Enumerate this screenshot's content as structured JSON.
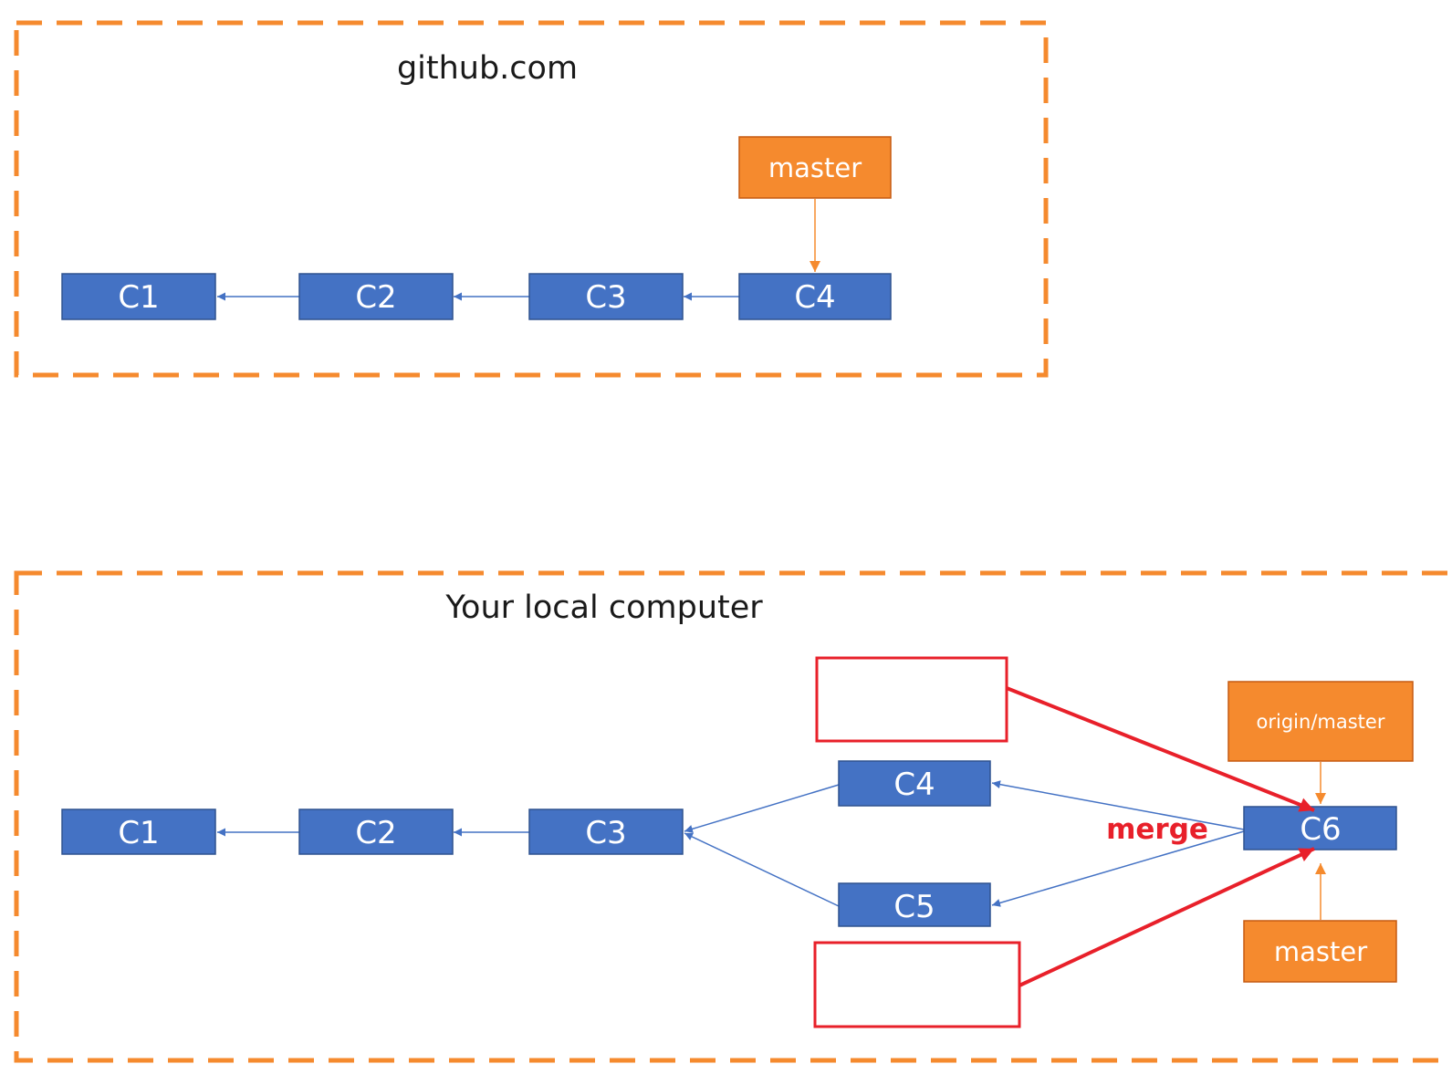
{
  "remote": {
    "title": "github.com",
    "commits": [
      "C1",
      "C2",
      "C3",
      "C4"
    ],
    "branch": "master"
  },
  "local": {
    "title": "Your local computer",
    "commits": [
      "C1",
      "C2",
      "C3",
      "C4",
      "C5",
      "C6"
    ],
    "origin_branch": "origin/master",
    "branch": "master",
    "merge_label": "merge"
  },
  "colors": {
    "commit_fill": "#4472c4",
    "commit_stroke": "#2f528f",
    "branch_fill": "#f58a2e",
    "boundary": "#f58a2e",
    "highlight": "#e8202a",
    "arrow": "#4472c4"
  }
}
